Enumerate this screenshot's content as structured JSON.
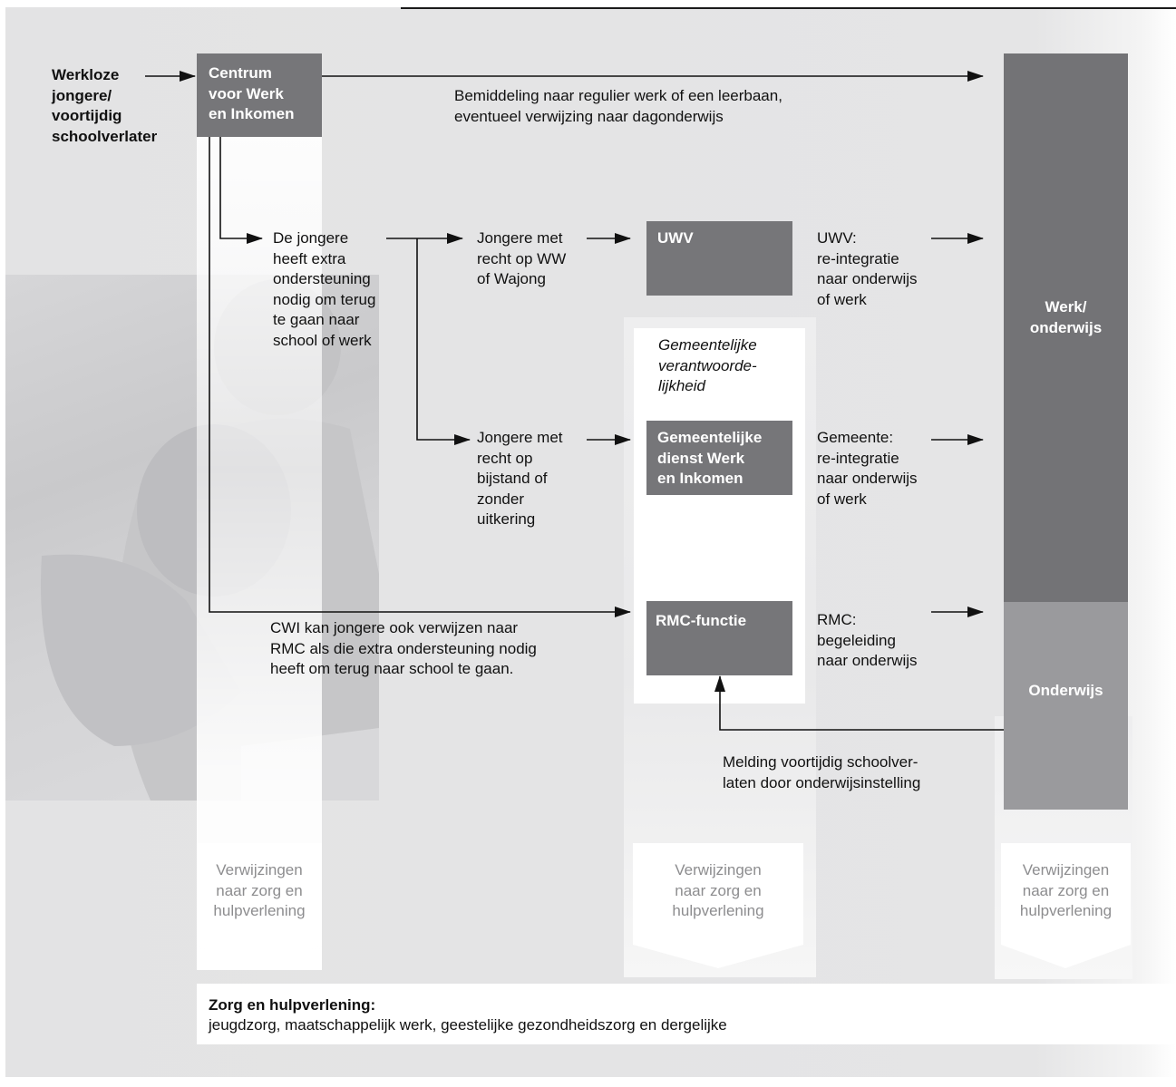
{
  "start_label": "Werkloze\njongere/\nvoortijdig\nschoolverlater",
  "cwi_box": "Centrum\nvoor Werk\nen Inkomen",
  "mediation_text": "Bemiddeling naar regulier werk of een leerbaan,\neventueel verwijzing naar dagonderwijs",
  "support_text": "De jongere\nheeft extra\nondersteuning\nnodig om terug\nte gaan naar\nschool of werk",
  "ww_text": "Jongere met\nrecht op WW\nof Wajong",
  "uwv_box": "UWV",
  "uwv_result": "UWV:\nre-integratie\nnaar onderwijs\nof werk",
  "municipal_heading": "Gemeentelijke\nverantwoorde-\nlijkheid",
  "bijstand_text": "Jongere met\nrecht op\nbijstand of\nzonder\nuitkering",
  "gemeente_box": "Gemeentelijke\ndienst Werk\nen Inkomen",
  "gemeente_result": "Gemeente:\nre-integratie\nnaar onderwijs\nof werk",
  "cwi_rmc_text": "CWI kan jongere ook verwijzen naar\nRMC als die extra ondersteuning nodig\nheeft om terug naar school te gaan.",
  "rmc_box": "RMC-functie",
  "rmc_result": "RMC:\nbegeleiding\nnaar onderwijs",
  "werk_onderwijs": "Werk/\nonderwijs",
  "onderwijs": "Onderwijs",
  "melding_text": "Melding voortijdig schoolver-\nlaten door onderwijsinstelling",
  "referrals": [
    "Verwijzingen\nnaar zorg en\nhulpverlening",
    "Verwijzingen\nnaar zorg en\nhulpverlening",
    "Verwijzingen\nnaar zorg en\nhulpverlening"
  ],
  "zorg_title": "Zorg en hulpverlening:",
  "zorg_text": "jeugdzorg, maatschappelijk werk, geestelijke gezondheidszorg en dergelijke",
  "colors": {
    "background_gray": "#e4e4e5",
    "dark_box": "#767679",
    "werk_column": "#737376",
    "onderwijs_column": "#9a9a9d",
    "referral_text": "#8d8d8f"
  }
}
